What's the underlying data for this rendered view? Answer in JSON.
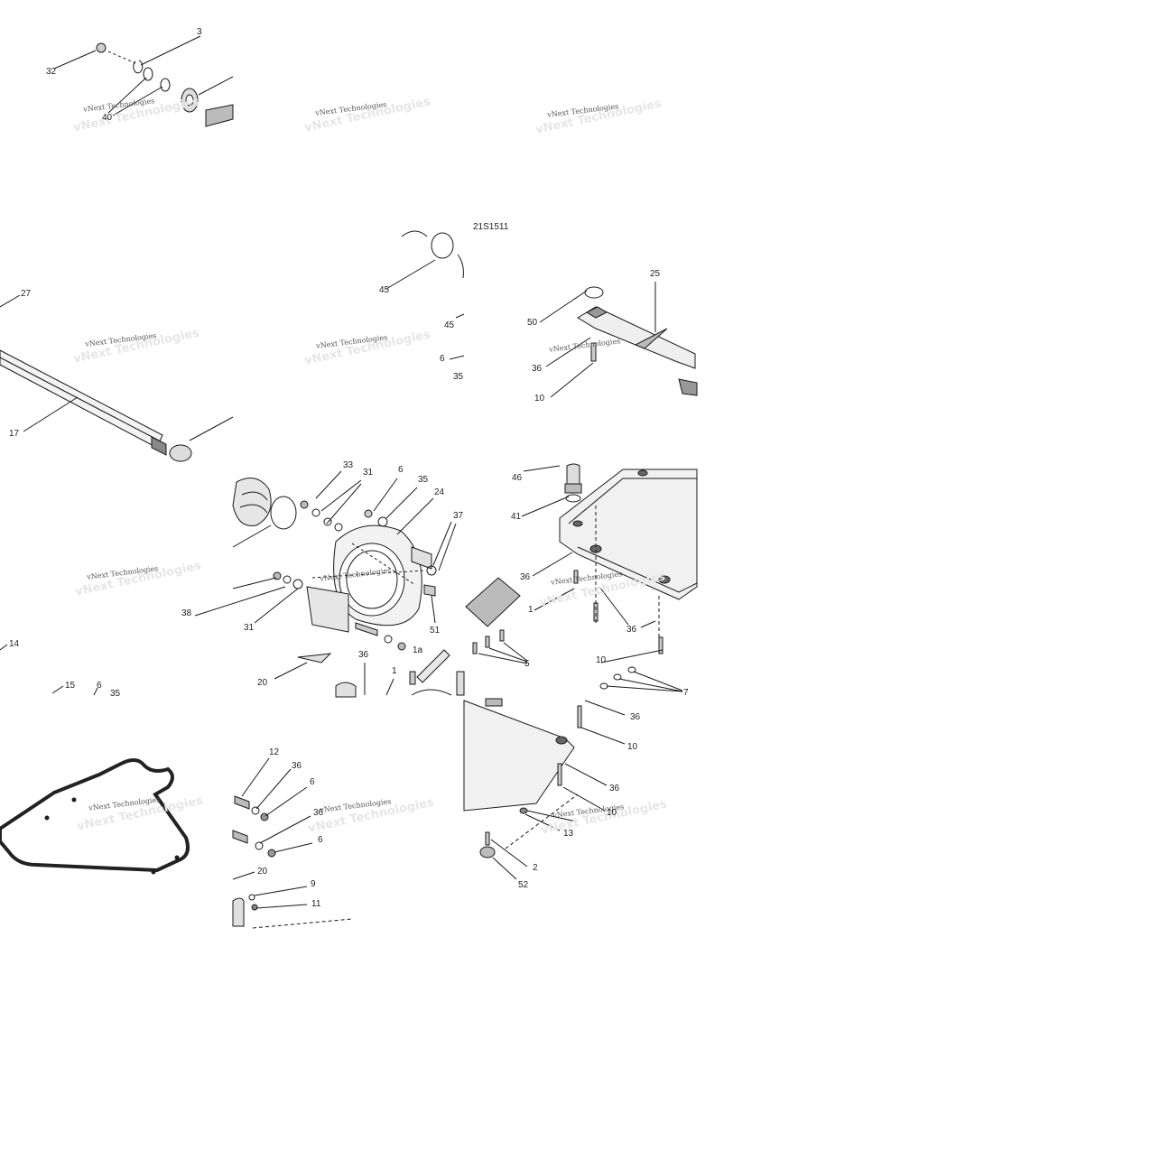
{
  "figure_code": "21S1511",
  "watermark": "vNext Technologies",
  "callouts": {
    "t1": [
      "3",
      "32",
      "40"
    ],
    "t2": [
      "45",
      "45",
      "6",
      "35"
    ],
    "t3": [
      "25",
      "50",
      "36",
      "10"
    ],
    "t4": [
      "27",
      "17"
    ],
    "t5": [
      "33",
      "31",
      "6",
      "35",
      "24",
      "37",
      "38",
      "31",
      "51",
      "36",
      "1a",
      "20",
      "1"
    ],
    "t6": [
      "46",
      "41",
      "36",
      "1",
      "36",
      "5",
      "10",
      "7"
    ],
    "t7": [
      "14",
      "15",
      "6",
      "35"
    ],
    "t8": [
      "12",
      "36",
      "6",
      "36",
      "6",
      "20",
      "9",
      "11"
    ],
    "t9": [
      "36",
      "10",
      "36",
      "10",
      "13",
      "2",
      "52"
    ]
  }
}
